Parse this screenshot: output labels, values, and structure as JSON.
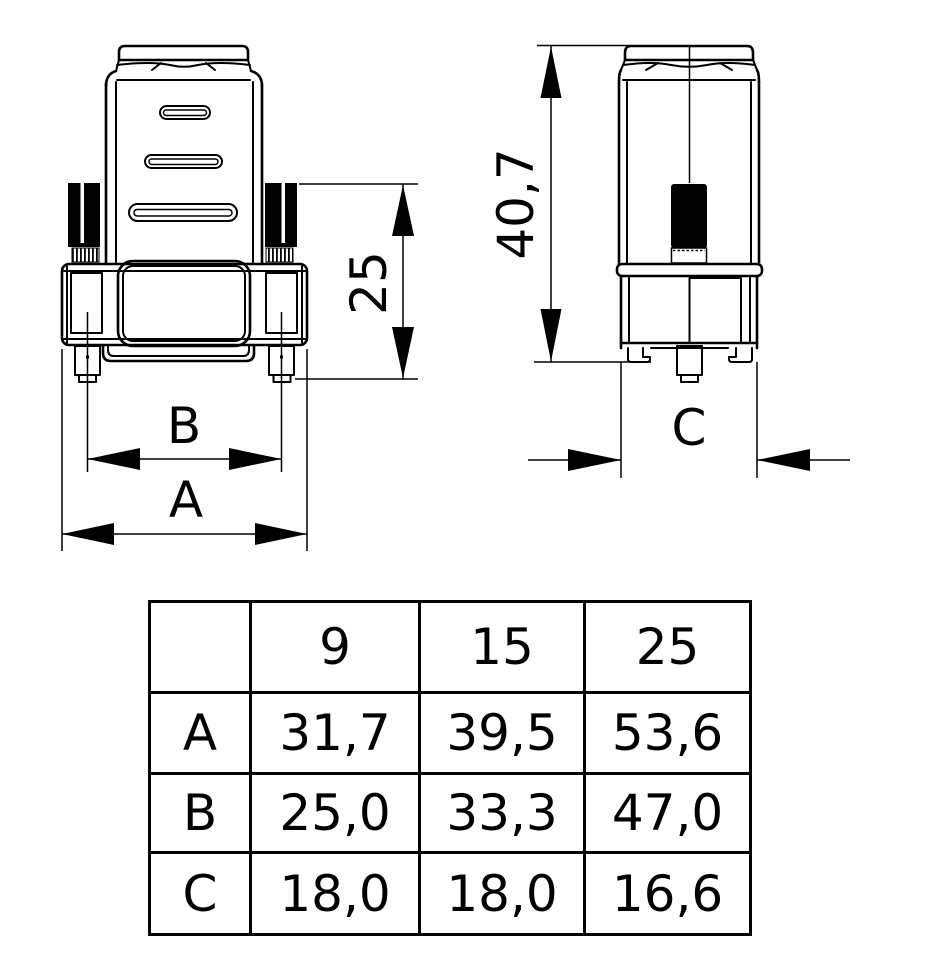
{
  "drawing": {
    "type": "technical-drawing",
    "views": {
      "front": "front view",
      "side": "side view"
    },
    "colors": {
      "line": "#000000",
      "background": "#ffffff"
    }
  },
  "dims": {
    "front_height": "25",
    "inner_width": "B",
    "outer_width": "A",
    "side_height": "40,7",
    "side_width": "C"
  },
  "table": {
    "columns": [
      "",
      "9",
      "15",
      "25"
    ],
    "rows": [
      {
        "label": "A",
        "values": [
          "31,7",
          "39,5",
          "53,6"
        ]
      },
      {
        "label": "B",
        "values": [
          "25,0",
          "33,3",
          "47,0"
        ]
      },
      {
        "label": "C",
        "values": [
          "18,0",
          "18,0",
          "16,6"
        ]
      }
    ]
  }
}
